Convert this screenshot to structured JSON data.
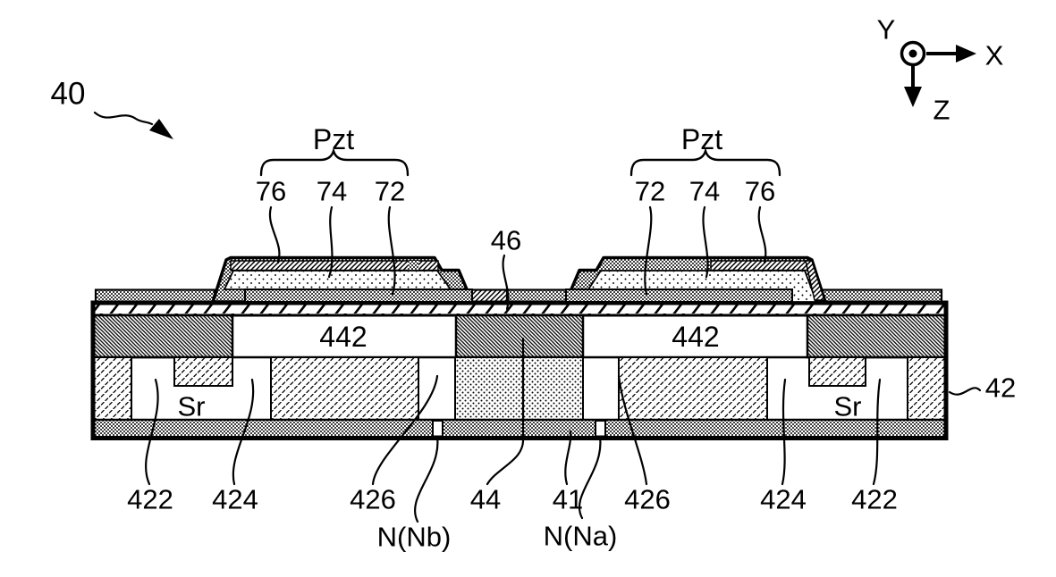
{
  "colors": {
    "ink": "#000000",
    "background": "#ffffff"
  },
  "figure": {
    "ref": "40",
    "axis": {
      "x": "X",
      "y": "Y",
      "z": "Z"
    },
    "stack_left": {
      "brace": "Pzt",
      "layers": {
        "outer": "76",
        "mid": "74",
        "inner": "72"
      }
    },
    "stack_right": {
      "brace": "Pzt",
      "layers": {
        "inner": "72",
        "mid": "74",
        "outer": "76"
      }
    },
    "labels": {
      "l46": "46",
      "l42": "42",
      "l442_left": "442",
      "l442_right": "442",
      "sr_left": "Sr",
      "sr_right": "Sr",
      "b422_left": "422",
      "b424_left": "424",
      "b426_left": "426",
      "b44": "44",
      "b41": "41",
      "b426_right": "426",
      "b424_right": "424",
      "b422_right": "422",
      "n_nb": "N(Nb)",
      "n_na": "N(Na)"
    }
  }
}
